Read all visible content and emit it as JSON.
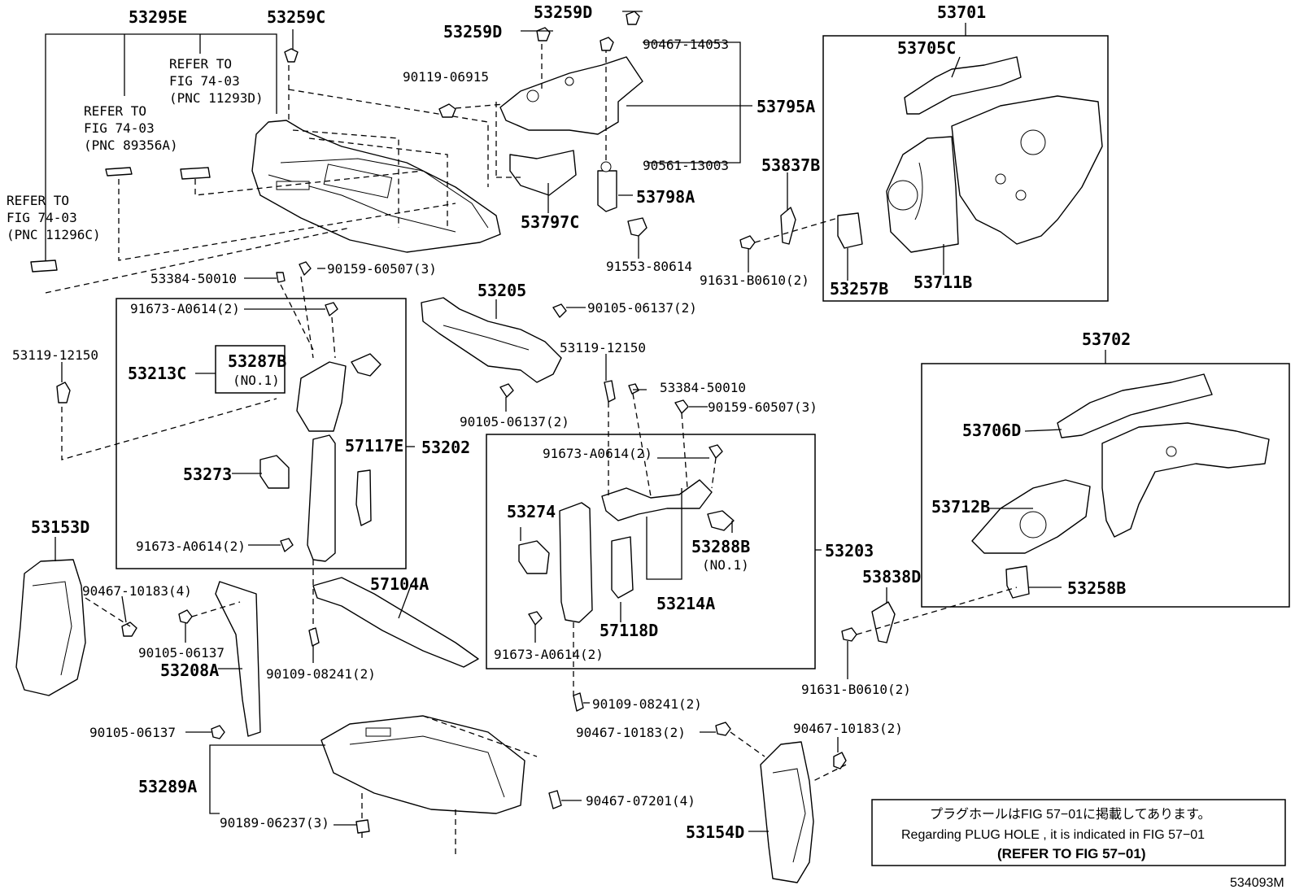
{
  "labels": {
    "p53295E": "53295E",
    "p53259C": "53259C",
    "p53259D_top": "53259D",
    "p53259D": "53259D",
    "p90467_14053": "90467-14053",
    "p90119_06915": "90119-06915",
    "p53795A": "53795A",
    "p90561_13003": "90561-13003",
    "p53798A": "53798A",
    "p53797C": "53797C",
    "p91553_80614": "91553-80614",
    "p53701": "53701",
    "p53705C": "53705C",
    "p53837B": "53837B",
    "p91631_B0610_a": "91631-B0610(2)",
    "p53257B": "53257B",
    "p53711B": "53711B",
    "refer_a": "REFER TO",
    "refer_a2": "FIG 74-03",
    "refer_a3": "(PNC 11293D)",
    "refer_b": "REFER TO",
    "refer_b2": "FIG 74-03",
    "refer_b3": "(PNC 89356A)",
    "refer_c": "REFER TO",
    "refer_c2": "FIG 74-03",
    "refer_c3": "(PNC 11296C)",
    "p53384_50010_a": "53384-50010",
    "p90159_60507_a": "90159-60507(3)",
    "p53205": "53205",
    "p90105_06137_2a": "90105-06137(2)",
    "p91673_A0614_a": "91673-A0614(2)",
    "p53119_12150_a": "53119-12150",
    "p53119_12150_b": "53119-12150",
    "p53213C": "53213C",
    "p53287B": "53287B",
    "no1_a": "(NO.1)",
    "p53384_50010_b": "53384-50010",
    "p90159_60507_b": "90159-60507(3)",
    "p90105_06137_2b": "90105-06137(2)",
    "p57117E": "57117E",
    "p53202": "53202",
    "p53273": "53273",
    "p91673_A0614_b": "91673-A0614(2)",
    "p91673_A0614_c": "91673-A0614(2)",
    "p53274": "53274",
    "p53288B": "53288B",
    "no1_b": "(NO.1)",
    "p53203": "53203",
    "p53214A": "53214A",
    "p57118D": "57118D",
    "p91673_A0614_d": "91673-A0614(2)",
    "p53702": "53702",
    "p53706D": "53706D",
    "p53712B": "53712B",
    "p53838D": "53838D",
    "p53258B": "53258B",
    "p91631_B0610_b": "91631-B0610(2)",
    "p53153D": "53153D",
    "p90467_10183_4": "90467-10183(4)",
    "p90105_06137_c": "90105-06137",
    "p53208A": "53208A",
    "p57104A": "57104A",
    "p90109_08241_a": "90109-08241(2)",
    "p90109_08241_b": "90109-08241(2)",
    "p90105_06137_d": "90105-06137",
    "p90467_10183_2a": "90467-10183(2)",
    "p90467_10183_2b": "90467-10183(2)",
    "p53289A": "53289A",
    "p90467_07201": "90467-07201(4)",
    "p90189_06237": "90189-06237(3)",
    "p53154D": "53154D",
    "figure_code": "534093M"
  },
  "notice": {
    "japanese": "プラグホールはFIG 57−01に掲載してあります。",
    "english": "Regarding  PLUG  HOLE , it is indicated in FIG  57−01",
    "refer": "(REFER  TO  FIG 57−01)"
  }
}
